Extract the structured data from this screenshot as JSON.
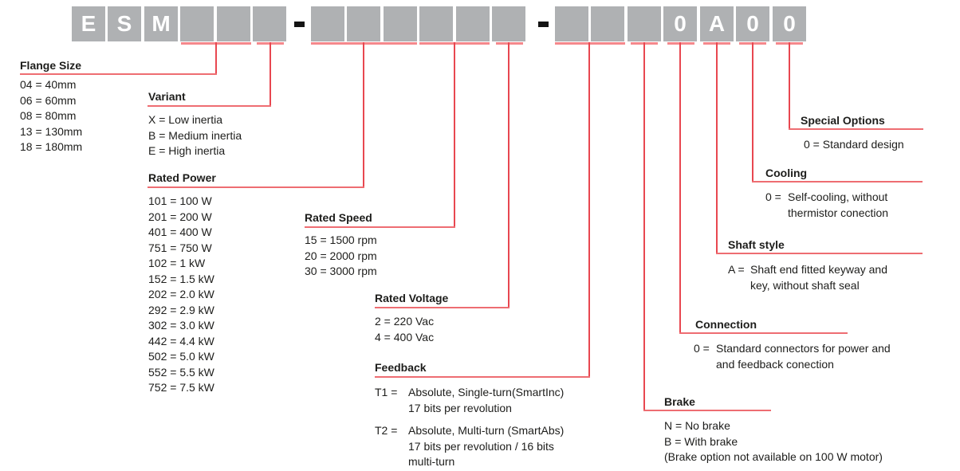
{
  "code": {
    "separator": "-",
    "prefix_cells": [
      "E",
      "S",
      "M",
      "",
      "",
      ""
    ],
    "middle_cells": [
      "",
      "",
      "",
      "",
      "",
      ""
    ],
    "suffix_cells": [
      "",
      "",
      "",
      "0",
      "A",
      "0",
      "0"
    ]
  },
  "colors": {
    "box_gray": "#afb1b3",
    "connector_red": "#e84750",
    "bracket_salmon": "#f5888c",
    "text": "#1d1d1b"
  },
  "sections": {
    "flange": {
      "title": "Flange Size",
      "items": [
        "04 = 40mm",
        "06 = 60mm",
        "08 = 80mm",
        "13 = 130mm",
        "18 = 180mm"
      ]
    },
    "variant": {
      "title": "Variant",
      "items": [
        "X = Low inertia",
        "B = Medium inertia",
        "E = High inertia"
      ]
    },
    "power": {
      "title": "Rated Power",
      "items": [
        "101 = 100 W",
        "201 = 200 W",
        "401 = 400 W",
        "751 = 750 W",
        "102 = 1 kW",
        "152 = 1.5 kW",
        "202 = 2.0 kW",
        "292 = 2.9 kW",
        "302 = 3.0 kW",
        "442 = 4.4 kW",
        "502 = 5.0 kW",
        "552 = 5.5 kW",
        "752 = 7.5 kW"
      ]
    },
    "speed": {
      "title": "Rated Speed",
      "items": [
        "15 = 1500 rpm",
        "20 = 2000 rpm",
        "30 = 3000 rpm"
      ]
    },
    "voltage": {
      "title": "Rated Voltage",
      "items": [
        "2 = 220 Vac",
        "4 = 400 Vac"
      ]
    },
    "feedback": {
      "title": "Feedback",
      "entries": [
        {
          "label": "T1 =",
          "lines": [
            "Absolute, Single-turn(SmartInc)",
            "17 bits per revolution"
          ]
        },
        {
          "label": "T2 =",
          "lines": [
            "Absolute, Multi-turn (SmartAbs)",
            "17 bits per revolution / 16 bits",
            "multi-turn"
          ]
        }
      ]
    },
    "brake": {
      "title": "Brake",
      "items": [
        "N = No brake",
        "B = With brake",
        "(Brake option not available on 100 W motor)"
      ]
    },
    "connection": {
      "title": "Connection",
      "label": "0 =",
      "lines": [
        "Standard connectors for power and",
        "and feedback conection"
      ]
    },
    "shaft": {
      "title": "Shaft style",
      "label": "A =",
      "lines": [
        "Shaft end fitted keyway and",
        "key, without shaft seal"
      ]
    },
    "cooling": {
      "title": "Cooling",
      "label": "0 =",
      "lines": [
        "Self-cooling, without",
        "thermistor conection"
      ]
    },
    "special": {
      "title": "Special Options",
      "items": [
        "0 = Standard design"
      ]
    }
  }
}
